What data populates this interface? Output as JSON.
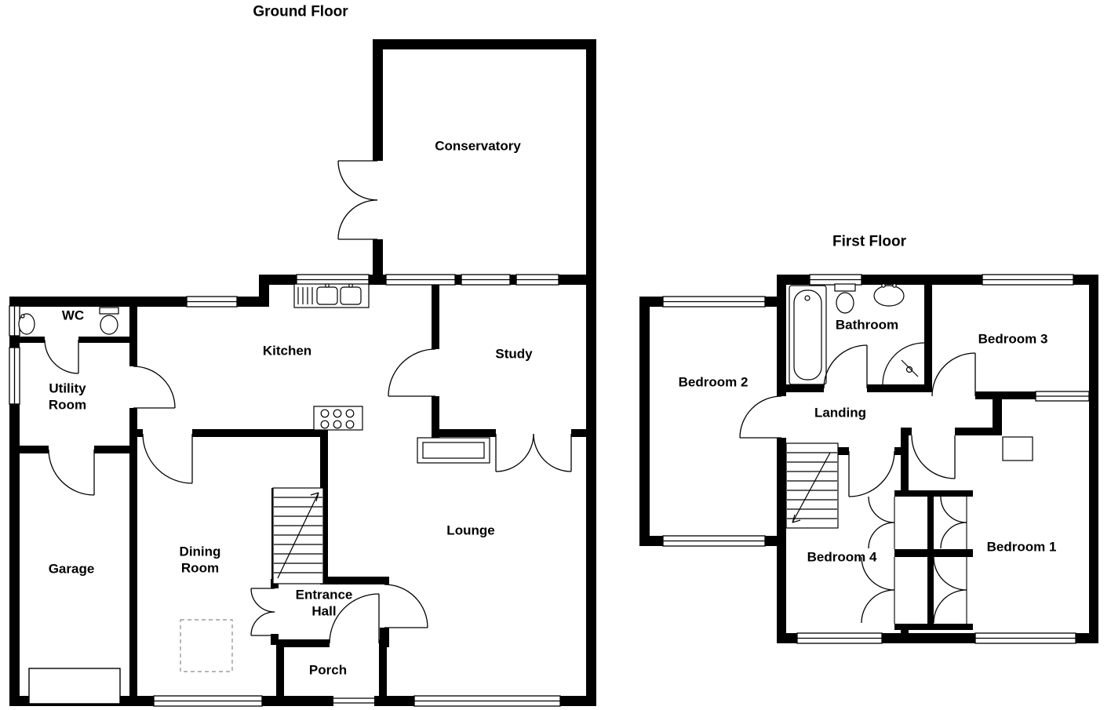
{
  "colors": {
    "wall": "#000000",
    "line": "#000000",
    "background": "#ffffff",
    "dashed_outline": "#8a8a8a"
  },
  "floors": {
    "ground": {
      "title": "Ground Floor",
      "rooms": {
        "conservatory": "Conservatory",
        "wc": "WC",
        "kitchen": "Kitchen",
        "study": "Study",
        "utility_room": "Utility Room",
        "garage": "Garage",
        "dining_room": "Dining Room",
        "lounge": "Lounge",
        "entrance_hall": "Entrance Hall",
        "porch": "Porch"
      }
    },
    "first": {
      "title": "First Floor",
      "rooms": {
        "bedroom_2": "Bedroom 2",
        "bathroom": "Bathroom",
        "bedroom_3": "Bedroom 3",
        "landing": "Landing",
        "bedroom_4": "Bedroom 4",
        "bedroom_1": "Bedroom 1"
      }
    }
  }
}
